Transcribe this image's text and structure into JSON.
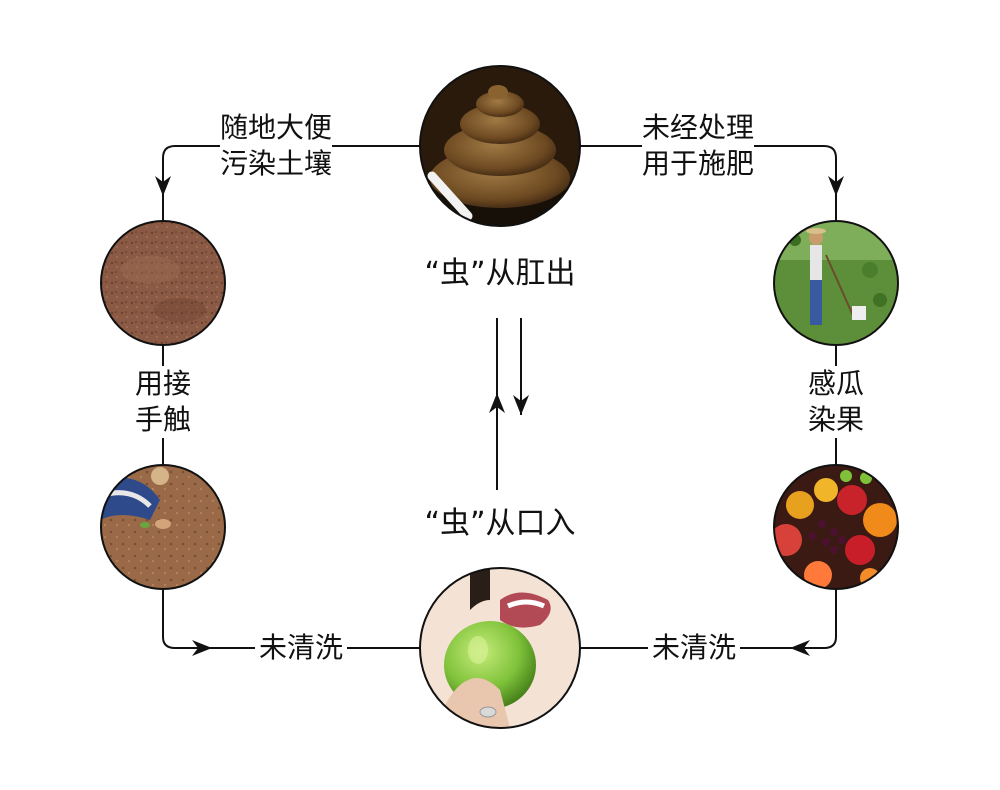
{
  "nodes": {
    "top": {
      "name": "feces"
    },
    "left_upper": {
      "name": "soil"
    },
    "right_upper": {
      "name": "farmer-fertilizing-field"
    },
    "left_lower": {
      "name": "hands-in-soil"
    },
    "right_lower": {
      "name": "fruits"
    },
    "bottom": {
      "name": "mouth-biting-apple"
    }
  },
  "labels": {
    "top_left": [
      "随地大便",
      "污染土壤"
    ],
    "top_right": [
      "未经处理",
      "用于施肥"
    ],
    "left_mid": [
      "用接",
      "手触"
    ],
    "right_mid": [
      "感瓜",
      "染果"
    ],
    "bottom_left": "未清洗",
    "bottom_right": "未清洗",
    "center_top": "“虫”从肛出",
    "center_bottom": "“虫”从口入"
  },
  "colors": {
    "line": "#111111",
    "soil": "#8b5a44",
    "feces": "#7a5527",
    "apple": "#7fc23a",
    "field": "#5d8f3a"
  }
}
